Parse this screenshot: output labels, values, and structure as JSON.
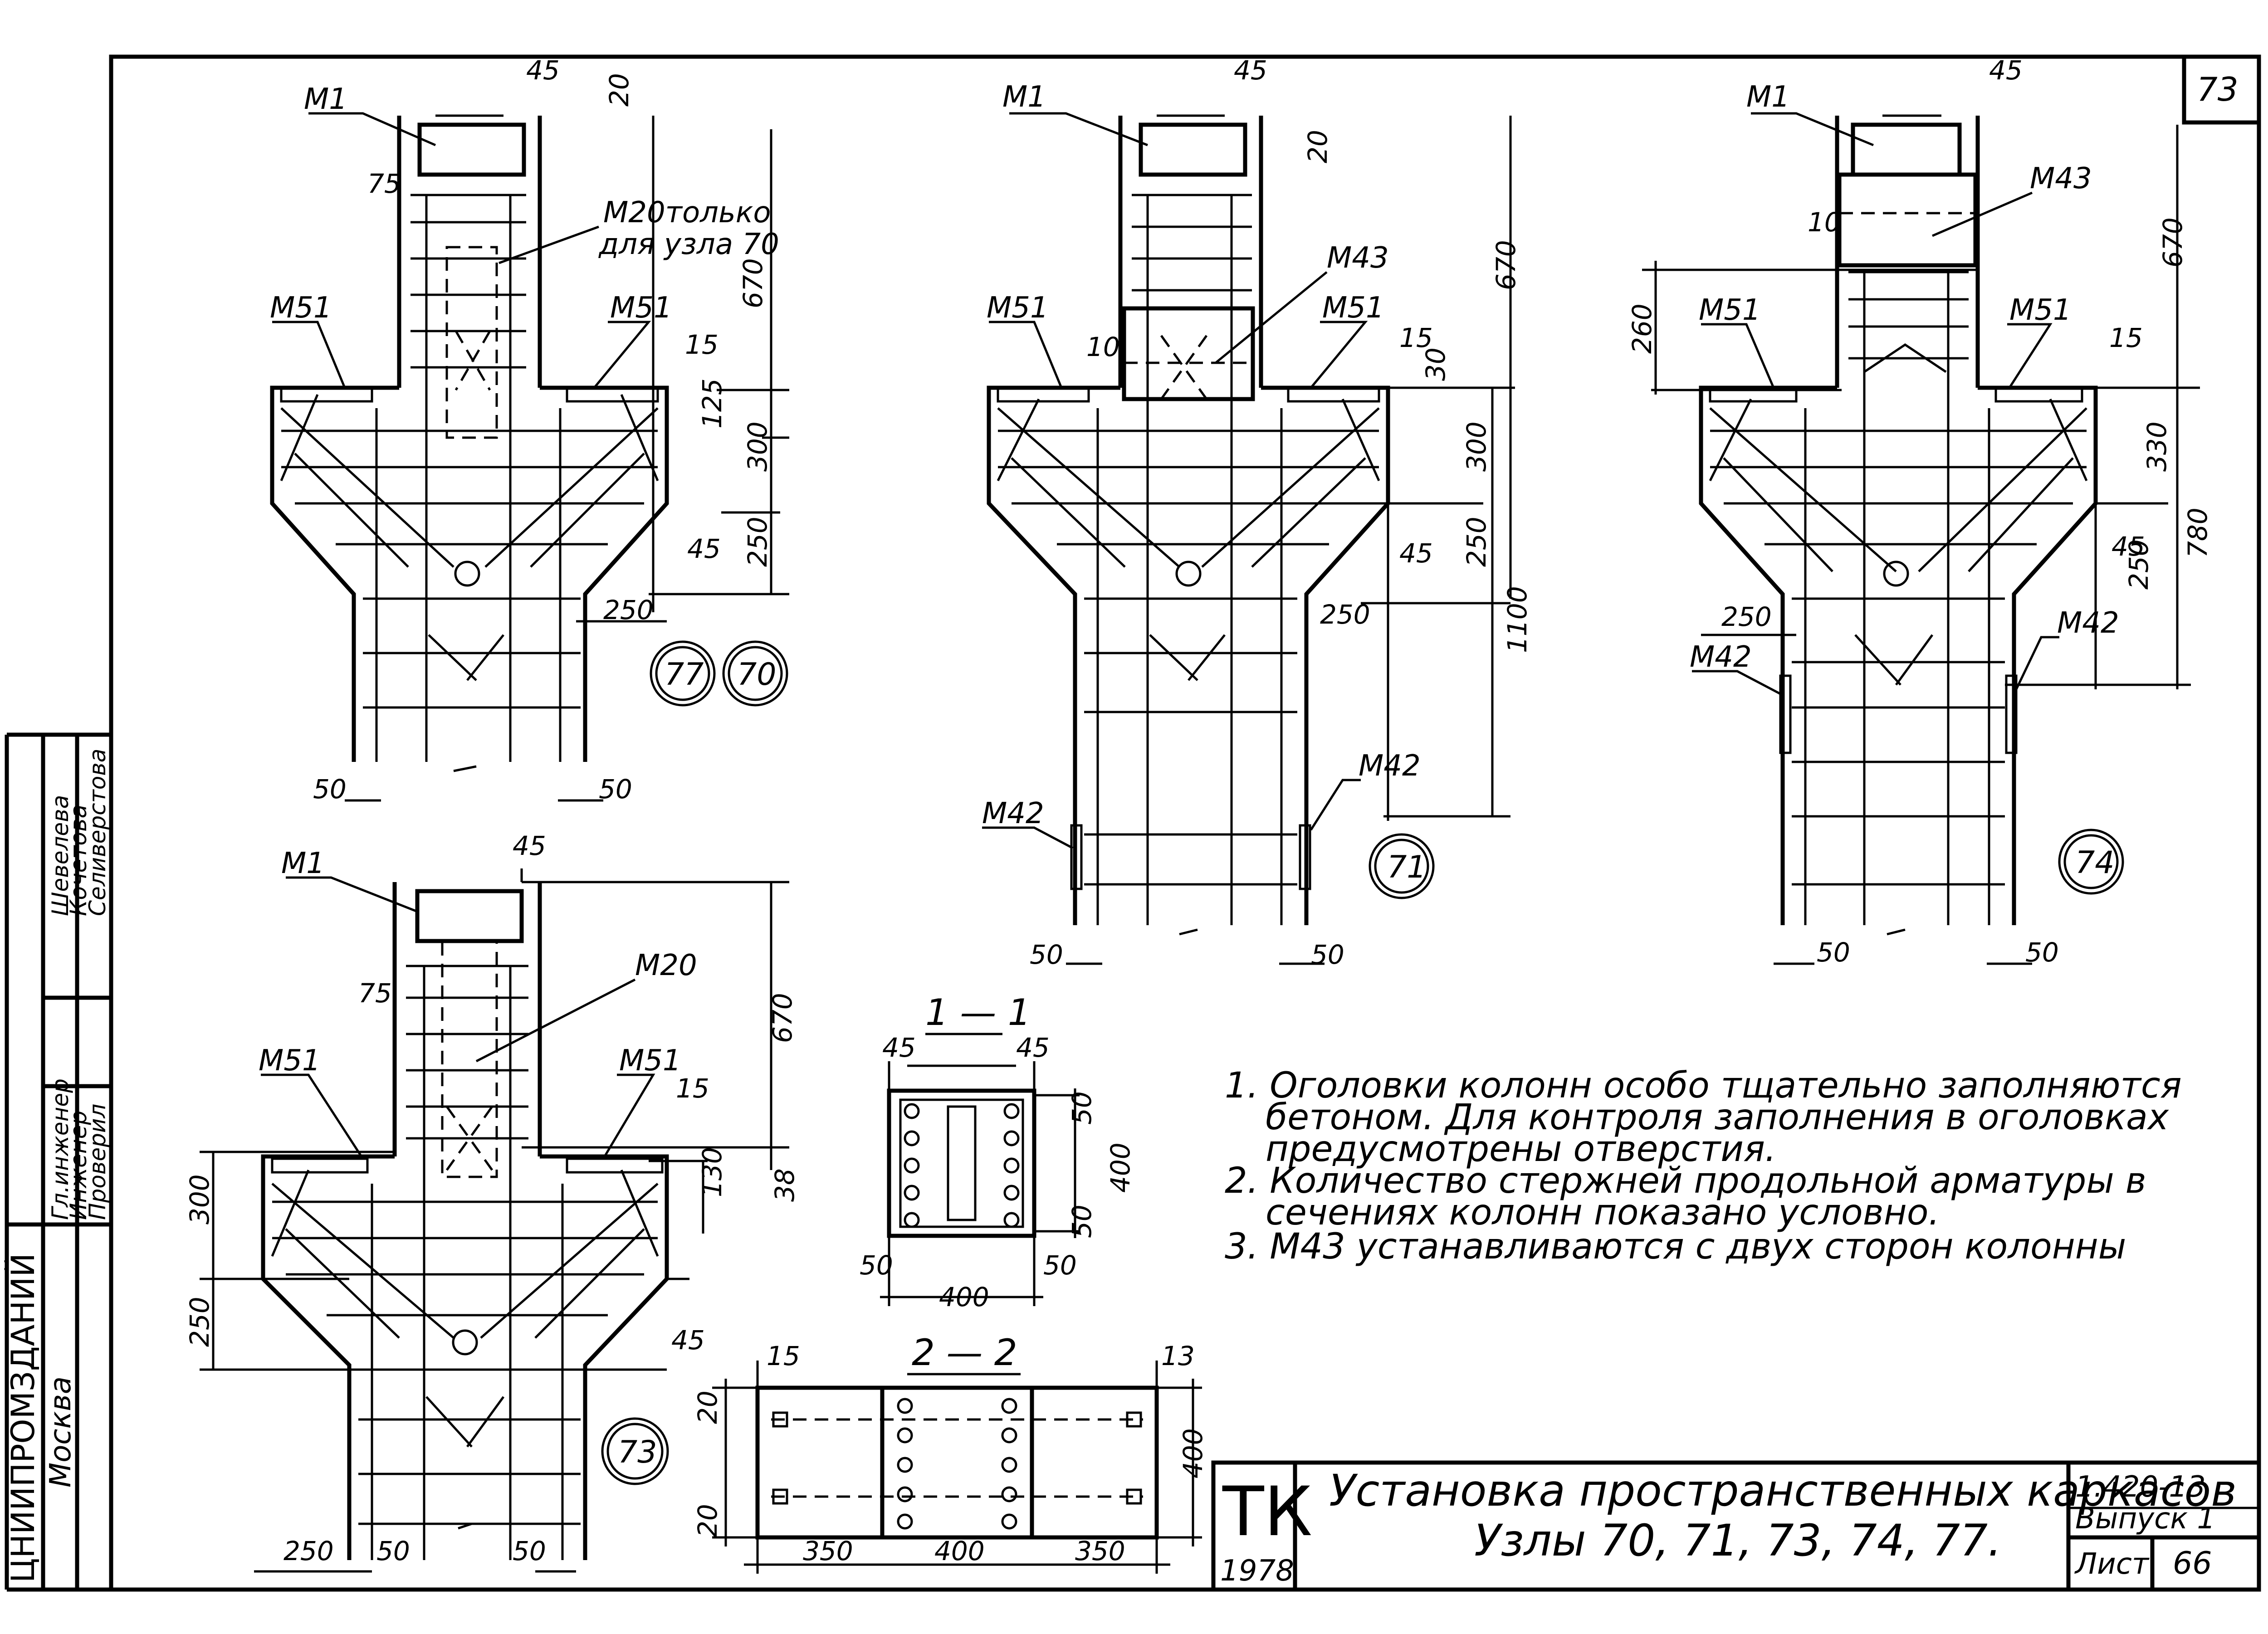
{
  "sheet_number": "73",
  "labels": {
    "m1": "M1",
    "m20_note": "M20только",
    "m20_note2": "для узла 70",
    "m51": "M51",
    "m43": "M43",
    "m42": "M42",
    "m20": "M20"
  },
  "dims": {
    "d45": "45",
    "d20": "20",
    "d75": "75",
    "d670": "670",
    "d15": "15",
    "d125": "125",
    "d300": "300",
    "d250": "250",
    "d50": "50",
    "d10": "10",
    "d30": "30",
    "d1100": "1100",
    "d260": "260",
    "d330": "330",
    "d780": "780",
    "d130": "130",
    "d38": "38",
    "d400": "400",
    "d350": "350",
    "d13": "13"
  },
  "nodes": [
    "77",
    "70",
    "71",
    "74",
    "73"
  ],
  "sections": {
    "s1": "1 — 1",
    "s2": "2 — 2"
  },
  "notes": [
    "1. Оголовки колонн особо тщательно заполняются",
    "бетоном. Для контроля заполнения в оголовках",
    "предусмотрены отверстия.",
    "2. Количество стержней продольной арматуры в",
    "сечениях колонн показано условно.",
    "3. M43 устанавливаются с двух сторон колонны"
  ],
  "title_block": {
    "mark": "ТК",
    "year": "1978",
    "title_line1": "Установка пространственных каркасов",
    "title_line2": "Узлы 70, 71, 73, 74, 77.",
    "series": "1.420-13",
    "issue": "Выпуск 1",
    "sheet_label": "Лист",
    "sheet": "66"
  },
  "side_stamp": {
    "org": "ЦНИИПРОМЗДАНИЙ",
    "city": "Москва",
    "roles": [
      "Гл.инженер",
      "Инженер",
      "Проверил"
    ],
    "names": [
      "Шевелева",
      "Кочетова",
      "Селиверстова"
    ]
  }
}
